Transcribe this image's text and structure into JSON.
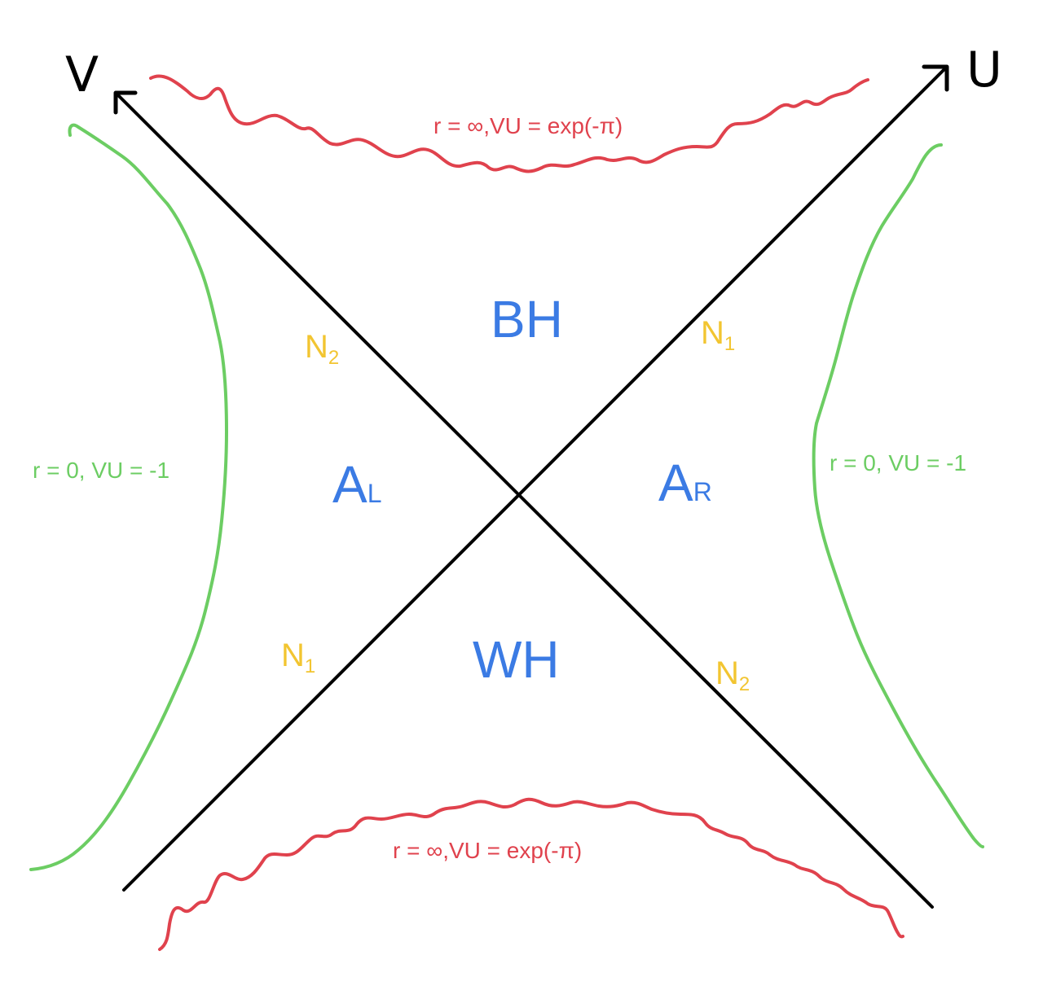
{
  "axes": {
    "v_label": "V",
    "u_label": "U"
  },
  "regions": {
    "top": "BH",
    "bottom": "WH",
    "left": {
      "main": "A",
      "sub": "L"
    },
    "right": {
      "main": "A",
      "sub": "R"
    }
  },
  "horizon_labels": {
    "upper_left": {
      "main": "N",
      "sub": "2"
    },
    "upper_right": {
      "main": "N",
      "sub": "1"
    },
    "lower_left": {
      "main": "N",
      "sub": "1"
    },
    "lower_right": {
      "main": "N",
      "sub": "2"
    }
  },
  "boundaries": {
    "left": "r = 0, VU = -1",
    "right": "r = 0, VU = -1",
    "top": "r = ∞,VU = exp(-π)",
    "bottom": "r = ∞,VU = exp(-π)"
  },
  "colors": {
    "axis": "#000000",
    "region": "#3b7be4",
    "horizon": "#f2c531",
    "timelike_boundary": "#6ccd63",
    "spacelike_boundary": "#e0424d"
  }
}
